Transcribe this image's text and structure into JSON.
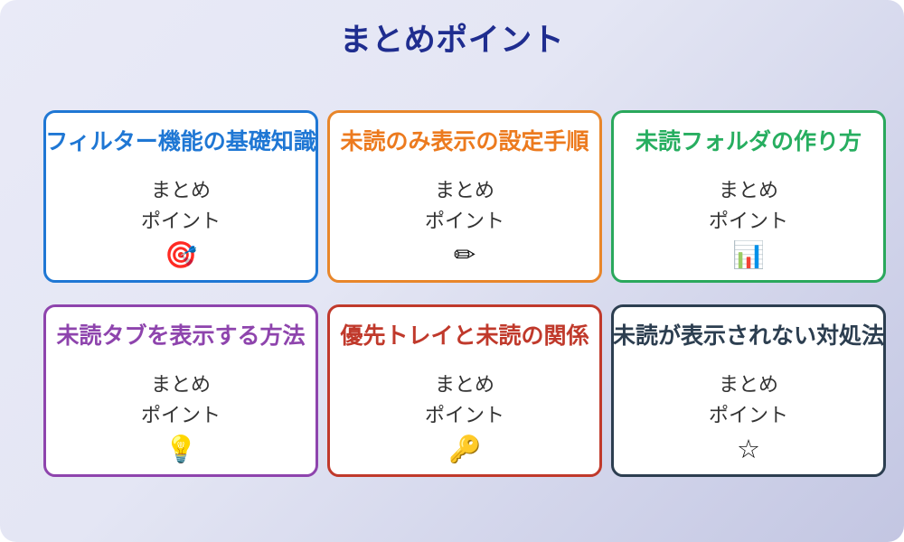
{
  "slide": {
    "title": "まとめポイント",
    "title_color": "#1f2d8f",
    "background_from": "#e9eaf7",
    "background_to": "#c3c6e2"
  },
  "common": {
    "body_line1": "まとめ",
    "body_line2": "ポイント",
    "body_color": "#333333"
  },
  "cards": [
    {
      "title": "フィルター機能の基礎知識",
      "line1": "まとめ",
      "line2": "ポイント",
      "icon": "🎯",
      "icon_name": "dart-target-icon",
      "accent": "#1f77d4",
      "border": "#1f77d4"
    },
    {
      "title": "未読のみ表示の設定手順",
      "line1": "まとめ",
      "line2": "ポイント",
      "icon": "✏",
      "icon_name": "pencil-icon",
      "accent": "#ec7a1e",
      "border": "#e8862a"
    },
    {
      "title": "未読フォルダの作り方",
      "line1": "まとめ",
      "line2": "ポイント",
      "icon": "📊",
      "icon_name": "bar-chart-icon",
      "accent": "#27ae60",
      "border": "#2aa85c"
    },
    {
      "title": "未読タブを表示する方法",
      "line1": "まとめ",
      "line2": "ポイント",
      "icon": "💡",
      "icon_name": "lightbulb-icon",
      "accent": "#8e44ad",
      "border": "#8e44ad"
    },
    {
      "title": "優先トレイと未読の関係",
      "line1": "まとめ",
      "line2": "ポイント",
      "icon": "🔑",
      "icon_name": "key-icon",
      "accent": "#c0392b",
      "border": "#c0392b"
    },
    {
      "title": "未読が表示されない対処法",
      "line1": "まとめ",
      "line2": "ポイント",
      "icon": "☆",
      "icon_name": "star-icon",
      "accent": "#2c3e50",
      "border": "#2c3e50"
    }
  ]
}
